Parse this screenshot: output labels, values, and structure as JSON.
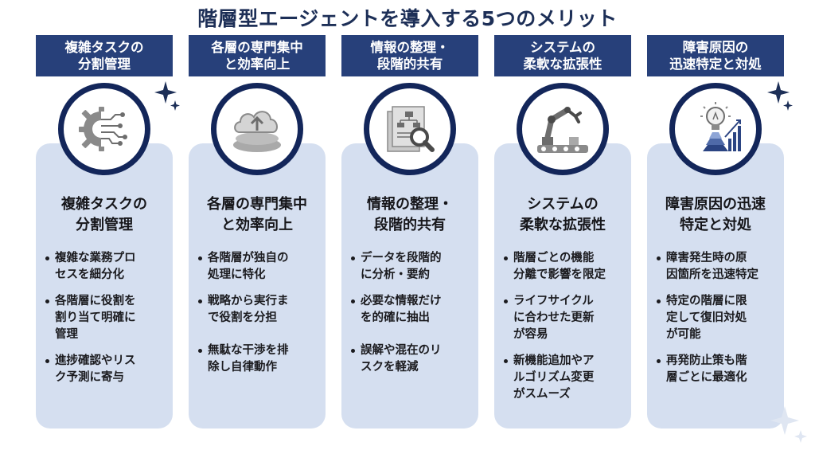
{
  "title": "階層型エージェントを導入する5つのメリット",
  "colors": {
    "navy": "#27407a",
    "ring": "#13265a",
    "card": "#d5dff0",
    "icon_gray": "#8a8a8a"
  },
  "columns": [
    {
      "header": [
        "複雑タスクの",
        "分割管理"
      ],
      "icon": "gear-circuit-icon",
      "title": [
        "複雑タスクの",
        "分割管理"
      ],
      "bullets": [
        [
          "複雑な業務プロ",
          "セスを細分化"
        ],
        [
          "各階層に役割を",
          "割り当て明確に",
          "管理"
        ],
        [
          "進捗確認やリス",
          "ク予測に寄与"
        ]
      ]
    },
    {
      "header": [
        "各層の専門集中",
        "と効率向上"
      ],
      "icon": "cloud-upload-icon",
      "title": [
        "各層の専門集中",
        "と効率向上"
      ],
      "bullets": [
        [
          "各階層が独自の",
          "処理に特化"
        ],
        [
          "戦略から実行ま",
          "で役割を分担"
        ],
        [
          "無駄な干渉を排",
          "除し自律動作"
        ]
      ]
    },
    {
      "header": [
        "情報の整理・",
        "段階的共有"
      ],
      "icon": "document-search-icon",
      "title": [
        "情報の整理・",
        "段階的共有"
      ],
      "bullets": [
        [
          "データを段階的",
          "に分析・要約"
        ],
        [
          "必要な情報だけ",
          "を的確に抽出"
        ],
        [
          "誤解や混在のリ",
          "スクを軽減"
        ]
      ]
    },
    {
      "header": [
        "システムの",
        "柔軟な拡張性"
      ],
      "icon": "robot-arm-icon",
      "title": [
        "システムの",
        "柔軟な拡張性"
      ],
      "bullets": [
        [
          "階層ごとの機能",
          "分離で影響を限定"
        ],
        [
          "ライフサイクル",
          "に合わせた更新",
          "が容易"
        ],
        [
          "新機能追加やア",
          "ルゴリズム変更",
          "がスムーズ"
        ]
      ]
    },
    {
      "header": [
        "障害原因の",
        "迅速特定と対処"
      ],
      "icon": "lightbulb-growth-icon",
      "title": [
        "障害原因の迅速",
        "特定と対処"
      ],
      "bullets": [
        [
          "障害発生時の原",
          "因箇所を迅速特定"
        ],
        [
          "特定の階層に限",
          "定して復旧対処",
          "が可能"
        ],
        [
          "再発防止策も階",
          "層ごとに最適化"
        ]
      ]
    }
  ]
}
